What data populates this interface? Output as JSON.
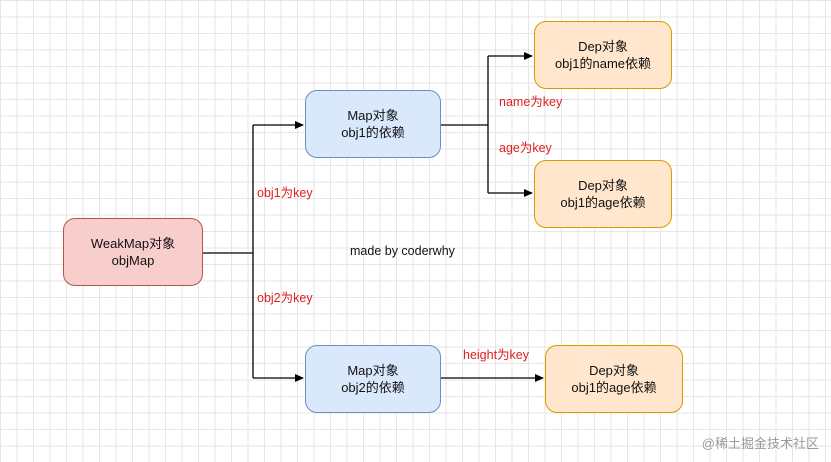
{
  "nodes": {
    "weakmap": {
      "line1": "WeakMap对象",
      "line2": "objMap"
    },
    "map_obj1": {
      "line1": "Map对象",
      "line2": "obj1的依赖"
    },
    "map_obj2": {
      "line1": "Map对象",
      "line2": "obj2的依赖"
    },
    "dep_name": {
      "line1": "Dep对象",
      "line2": "obj1的name依赖"
    },
    "dep_age": {
      "line1": "Dep对象",
      "line2": "obj1的age依赖"
    },
    "dep_height": {
      "line1": "Dep对象",
      "line2": "obj1的age依赖"
    }
  },
  "edge_labels": {
    "obj1_key": "obj1为key",
    "obj2_key": "obj2为key",
    "name_key": "name为key",
    "age_key": "age为key",
    "height_key": "height为key"
  },
  "note": "made by coderwhy",
  "watermark": "@稀土掘金技术社区",
  "colors": {
    "red_fill": "#f8cecc",
    "blue_fill": "#dae8fc",
    "orange_fill": "#ffe6cc",
    "label_red": "#e01e1e"
  }
}
